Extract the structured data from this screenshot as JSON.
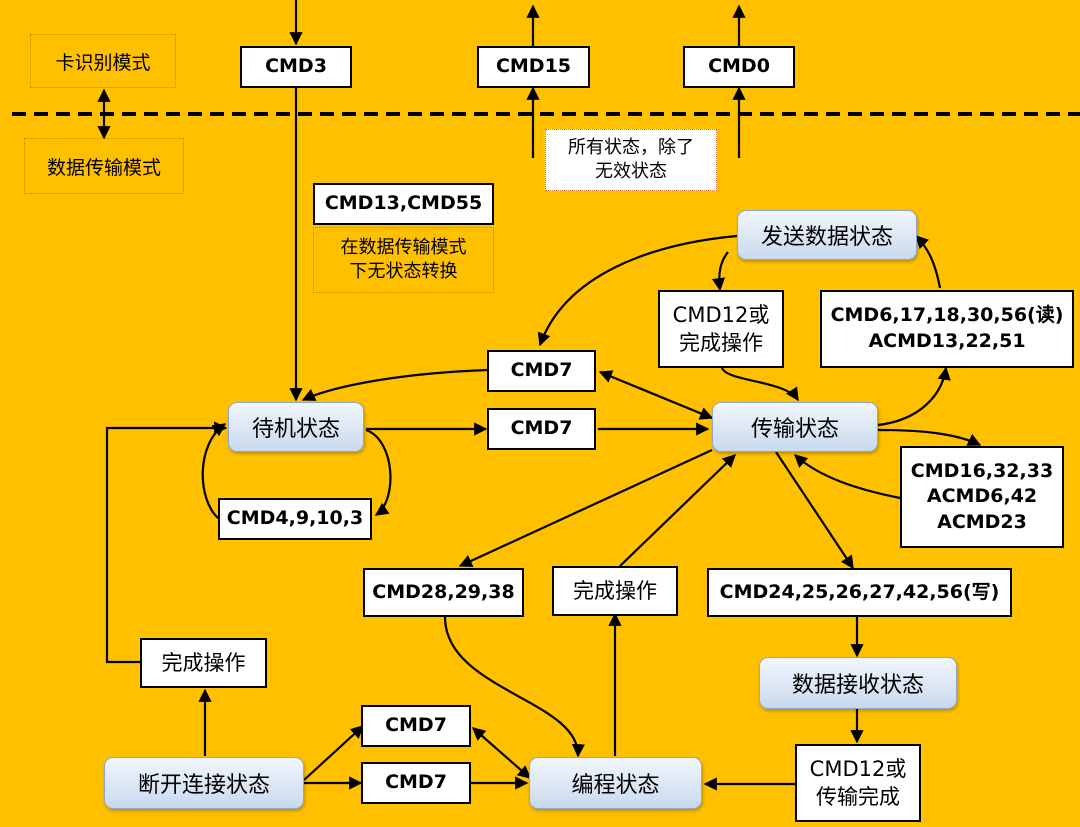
{
  "modes": {
    "card_identification": "卡识别模式",
    "data_transfer": "数据传输模式"
  },
  "top_commands": {
    "cmd3": "CMD3",
    "cmd15": "CMD15",
    "cmd0": "CMD0"
  },
  "notes": {
    "all_states_line1": "所有状态，除了",
    "all_states_line2": "无效状态",
    "no_transition_line1": "在数据传输模式",
    "no_transition_line2": "下无状态转换"
  },
  "commands": {
    "cmd13_cmd55": "CMD13,CMD55",
    "cmd7_upper": "CMD7",
    "cmd7_middle": "CMD7",
    "cmd12_or_done_line1": "CMD12或",
    "cmd12_or_done_line2": "完成操作",
    "cmd6_read_line1": "CMD6,17,18,30,56(读)",
    "cmd6_read_line2": "ACMD13,22,51",
    "cmd4_9_10_3": "CMD4,9,10,3",
    "cmd16_line1": "CMD16,32,33",
    "cmd16_line2": "ACMD6,42",
    "cmd16_line3": "ACMD23",
    "cmd28_29_38": "CMD28,29,38",
    "done_op_mid": "完成操作",
    "cmd24_write": "CMD24,25,26,27,42,56(写)",
    "done_op_left": "完成操作",
    "cmd7_bottom_upper": "CMD7",
    "cmd7_bottom_lower": "CMD7",
    "cmd12_or_transfer_done_line1": "CMD12或",
    "cmd12_or_transfer_done_line2": "传输完成"
  },
  "states": {
    "sending_data": "发送数据状态",
    "standby": "待机状态",
    "transfer": "传输状态",
    "receive_data": "数据接收状态",
    "disconnect": "断开连接状态",
    "programming": "编程状态"
  },
  "colors": {
    "background": "#ffc000",
    "state_fill_top": "#f2f6fc",
    "state_fill_bottom": "#c8d9ee",
    "state_border": "#8ea9d1",
    "note_border": "#e0703a",
    "line": "#000000"
  }
}
